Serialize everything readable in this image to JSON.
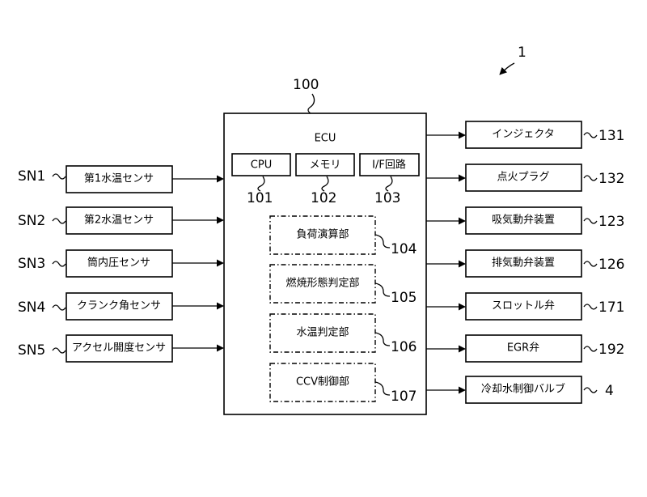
{
  "figure_number": "1",
  "ecu": {
    "ref": "100",
    "title": "ECU",
    "cpu": {
      "label": "CPU",
      "ref": "101"
    },
    "memory": {
      "label": "メモリ",
      "ref": "102"
    },
    "if_circuit": {
      "label": "I/F回路",
      "ref": "103"
    },
    "functional_units": [
      {
        "label": "負荷演算部",
        "ref": "104"
      },
      {
        "label": "燃焼形態判定部",
        "ref": "105"
      },
      {
        "label": "水温判定部",
        "ref": "106"
      },
      {
        "label": "CCV制御部",
        "ref": "107"
      }
    ]
  },
  "sensors": [
    {
      "ref": "SN1",
      "label": "第1水温センサ"
    },
    {
      "ref": "SN2",
      "label": "第2水温センサ"
    },
    {
      "ref": "SN3",
      "label": "筒内圧センサ"
    },
    {
      "ref": "SN4",
      "label": "クランク角センサ"
    },
    {
      "ref": "SN5",
      "label": "アクセル開度センサ"
    }
  ],
  "actuators": [
    {
      "label": "インジェクタ",
      "ref": "131"
    },
    {
      "label": "点火プラグ",
      "ref": "132"
    },
    {
      "label": "吸気動弁装置",
      "ref": "123"
    },
    {
      "label": "排気動弁装置",
      "ref": "126"
    },
    {
      "label": "スロットル弁",
      "ref": "171"
    },
    {
      "label": "EGR弁",
      "ref": "192"
    },
    {
      "label": "冷却水制御バルブ",
      "ref": "4"
    }
  ]
}
